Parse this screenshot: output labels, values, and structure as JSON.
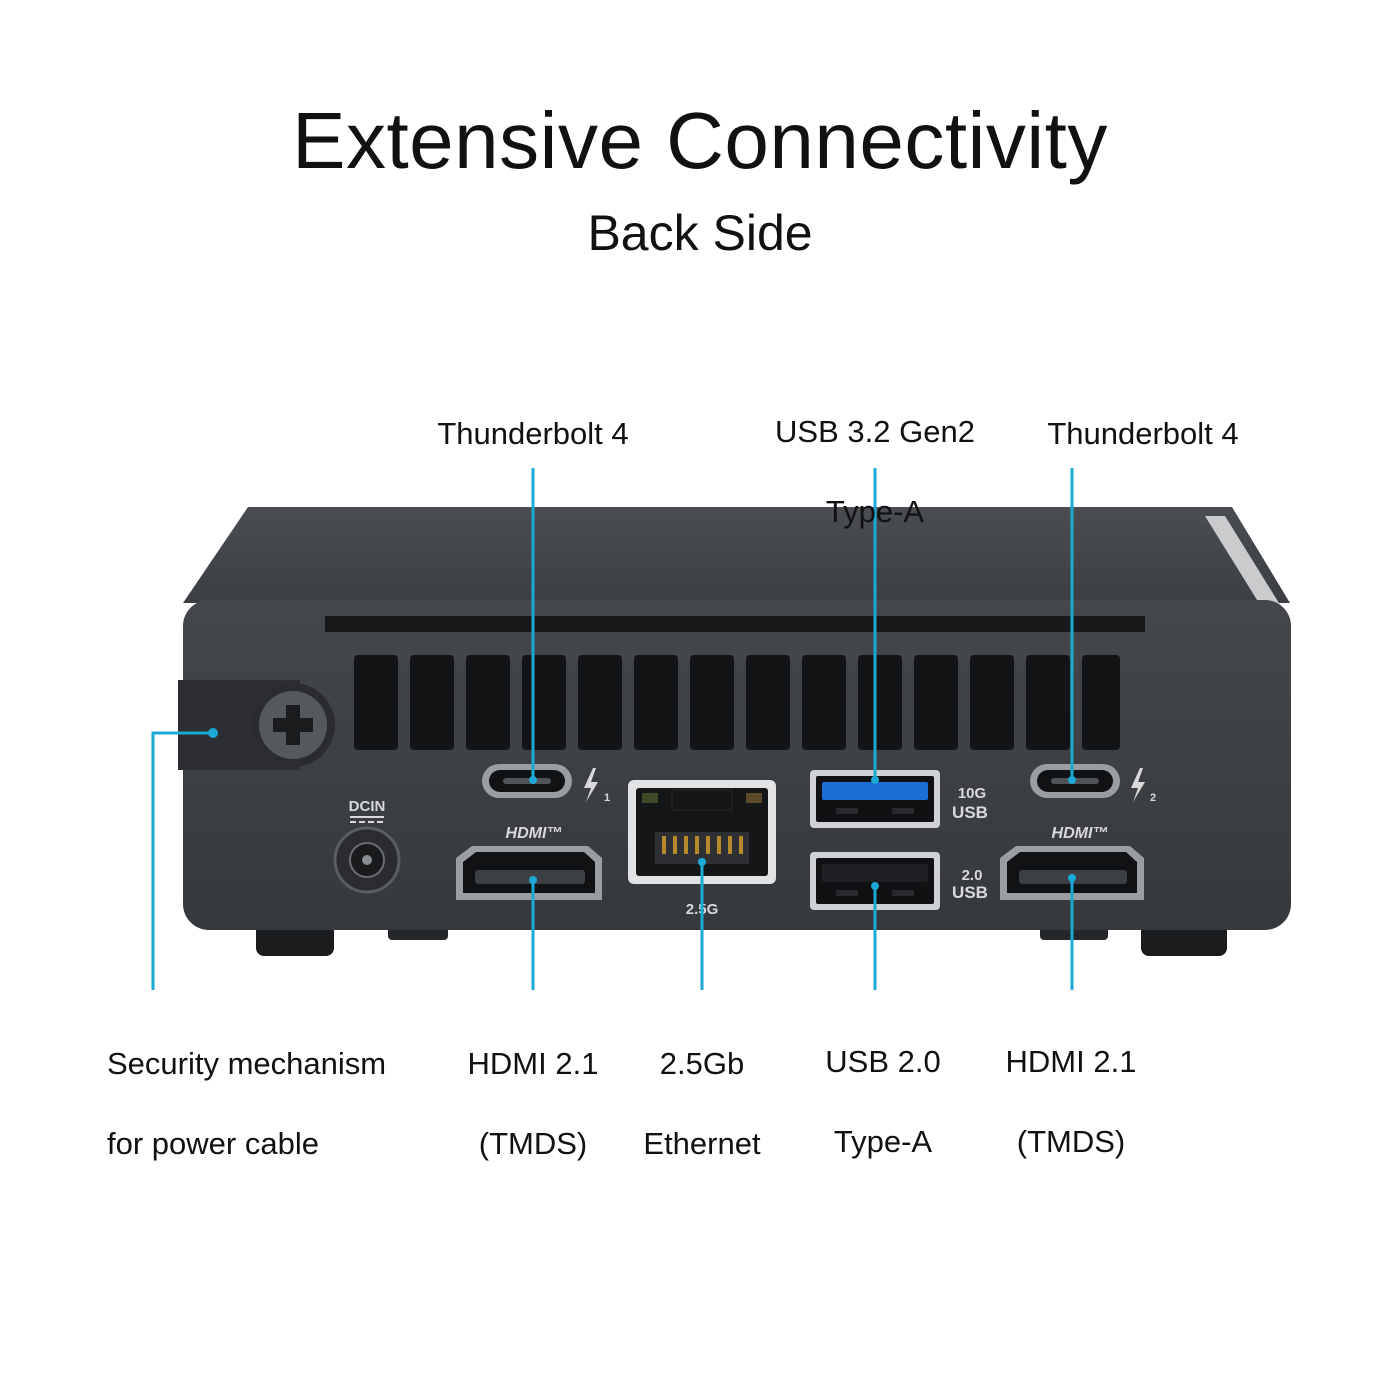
{
  "header": {
    "title": "Extensive Connectivity",
    "subtitle": "Back Side"
  },
  "labels": {
    "thunderbolt_left": "Thunderbolt  4",
    "usb32_line1": "USB 3.2 Gen2",
    "usb32_line2": "Type-A",
    "thunderbolt_right": "Thunderbolt  4",
    "security_line1": "Security mechanism",
    "security_line2": "for power cable",
    "hdmi_left_line1": "HDMI 2.1",
    "hdmi_left_line2": "(TMDS)",
    "ethernet_line1": "2.5Gb",
    "ethernet_line2": "Ethernet",
    "usb20_line1": "USB 2.0",
    "usb20_line2": "Type-A",
    "hdmi_right_line1": "HDMI 2.1",
    "hdmi_right_line2": "(TMDS)"
  },
  "device_markings": {
    "dcin": "DCIN",
    "hdmi_logo": "HDMI™",
    "eth_speed": "2.5G",
    "usb10g_top": "10G",
    "usb10g_bottom": "USB",
    "usb20_top": "2.0",
    "usb20_bottom": "USB",
    "tb_port1": "1",
    "tb_port2": "2"
  },
  "colors": {
    "accent": "#1ba9d6",
    "chassis": "#3a3d42",
    "usb3_blue": "#1a6fd6"
  },
  "icons": [
    "thunderbolt-icon",
    "security-screw-icon",
    "dc-power-icon"
  ]
}
